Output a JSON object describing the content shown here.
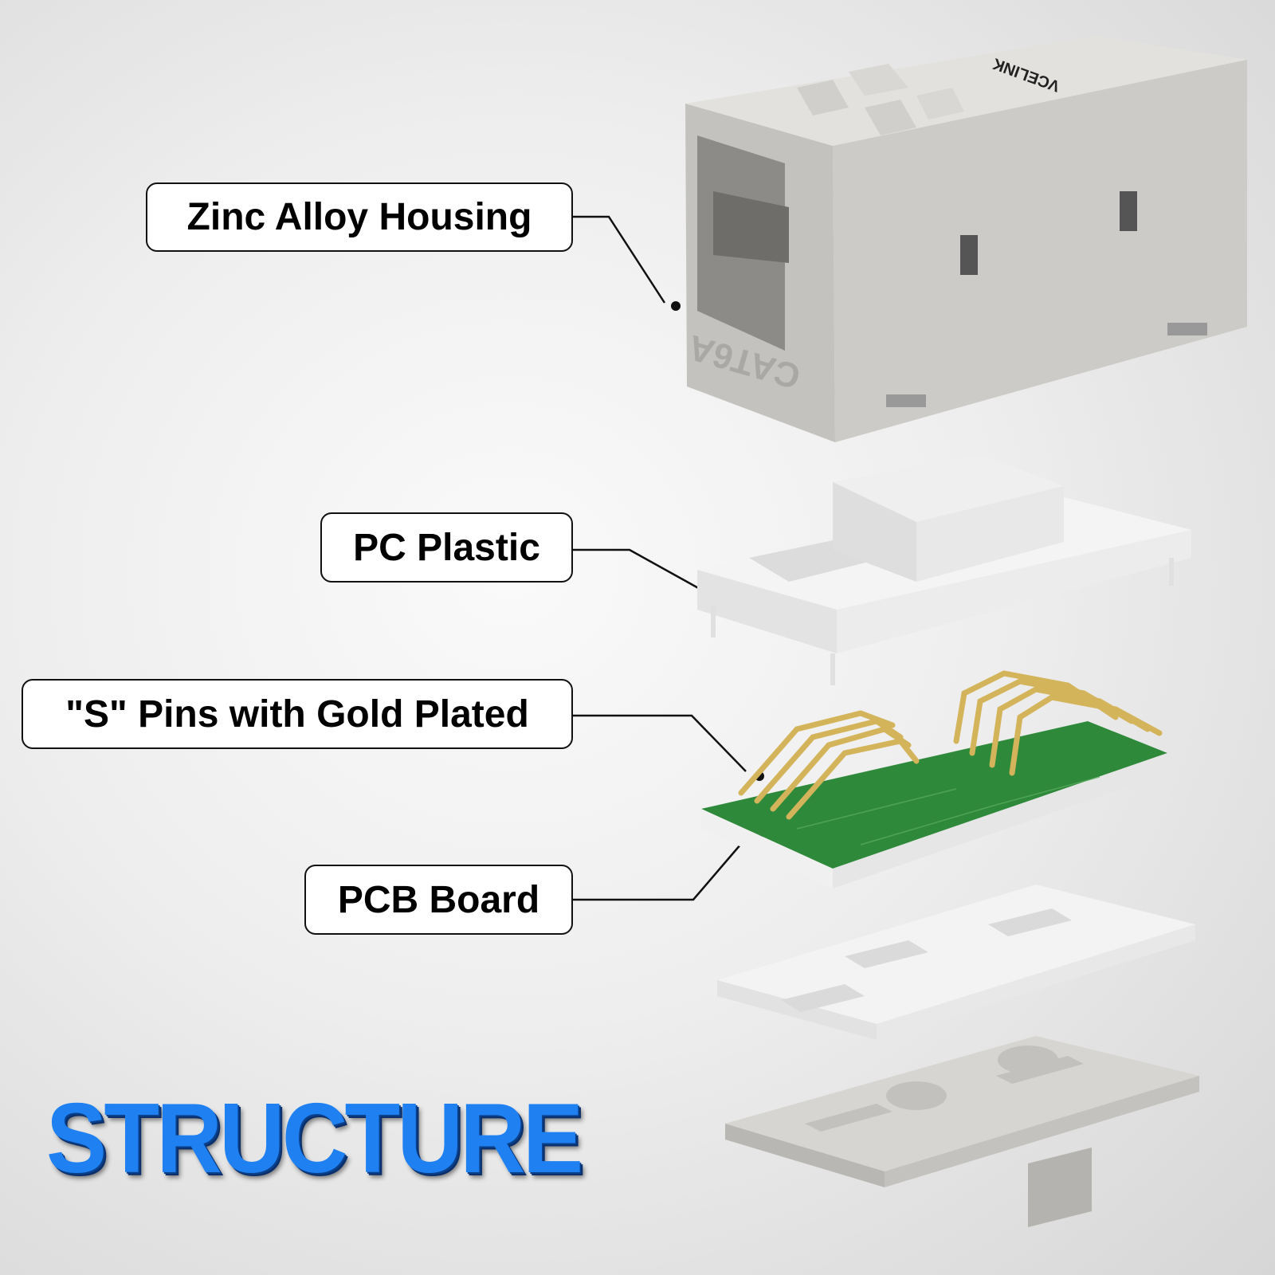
{
  "labels": {
    "housing": "Zinc Alloy Housing",
    "plastic": "PC Plastic",
    "pins": "\"S\" Pins with Gold Plated",
    "pcb": "PCB Board"
  },
  "title": "STRUCTURE",
  "product": {
    "brand": "VCELINK",
    "category_marking": "CAT6A"
  },
  "colors": {
    "title": "#1f80f2",
    "pcb": "#2e8a3a",
    "pins": "#d4b45a",
    "housing": "#cfcdc9"
  }
}
